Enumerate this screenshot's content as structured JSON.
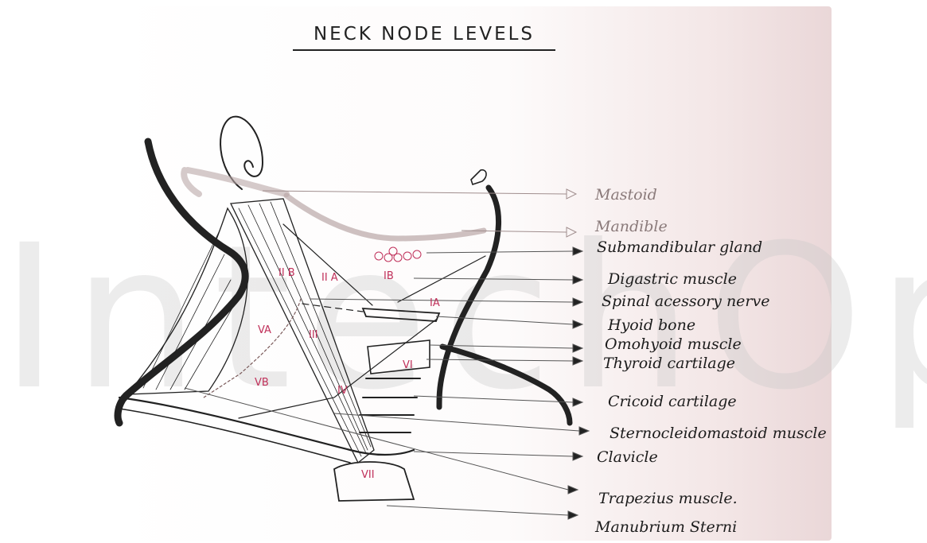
{
  "title": "NECK NODE LEVELS",
  "watermark": "IntechOpen",
  "levels": {
    "IA": "IA",
    "IB": "IB",
    "IIA": "II A",
    "IIB": "II B",
    "III": "III",
    "IV": "IV",
    "VA": "VA",
    "VB": "VB",
    "VI": "VI",
    "VII": "VII"
  },
  "labels": [
    {
      "key": "mastoid",
      "text": "Mastoid"
    },
    {
      "key": "mandible",
      "text": "Mandible"
    },
    {
      "key": "submandibular_gland",
      "text": "Submandibular gland"
    },
    {
      "key": "digastric_muscle",
      "text": "Digastric muscle"
    },
    {
      "key": "spinal_accessory_nerve",
      "text": "Spinal acessory nerve"
    },
    {
      "key": "hyoid_bone",
      "text": "Hyoid bone"
    },
    {
      "key": "omohyoid_muscle",
      "text": "Omohyoid muscle"
    },
    {
      "key": "thyroid_cartilage",
      "text": "Thyroid cartilage"
    },
    {
      "key": "cricoid_cartilage",
      "text": "Cricoid cartilage"
    },
    {
      "key": "sternocleidomastoid_muscle",
      "text": "Sternocleidomastoid muscle"
    },
    {
      "key": "clavicle",
      "text": "Clavicle"
    },
    {
      "key": "trapezius_muscle",
      "text": "Trapezius muscle."
    },
    {
      "key": "manubrium_sterni",
      "text": "Manubrium Sterni"
    }
  ],
  "colors": {
    "ink": "#222222",
    "level_ink": "#c0305a",
    "faded_ink": "#8a7a7a"
  }
}
